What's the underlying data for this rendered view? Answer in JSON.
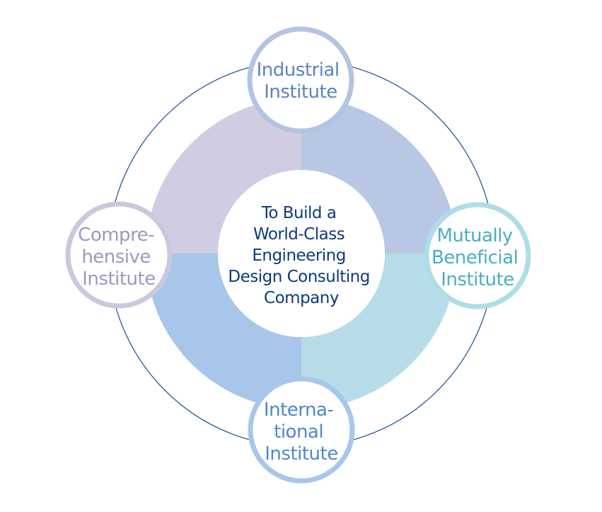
{
  "colors": {
    "outer_ring": "#1f4e8c",
    "segment_top_left": "#d0cde2",
    "segment_top_right": "#b8c7e3",
    "segment_bottom_left": "#a7c6ea",
    "segment_bottom_right": "#b6dde7",
    "center_text": "#0e3a7c",
    "node_industrial": "#5e82c2",
    "node_industrial_ring": "#b3c3e3",
    "node_comprehensive": "#9c98c2",
    "node_comprehensive_ring": "#cbc8de",
    "node_mutual": "#4aafc2",
    "node_mutual_ring": "#aedde6",
    "node_international": "#4f86cf",
    "node_international_ring": "#a7c6ea"
  },
  "center": {
    "lines": [
      "To Build a",
      "World-Class",
      "Engineering",
      "Design Consulting",
      "Company"
    ]
  },
  "nodes": {
    "industrial": {
      "lines": [
        "Industrial",
        "Institute"
      ]
    },
    "comprehensive": {
      "lines": [
        "Compre-",
        "hensive",
        "Institute"
      ]
    },
    "mutual": {
      "lines": [
        "Mutually",
        "Beneficial",
        "Institute"
      ]
    },
    "international": {
      "lines": [
        "Interna-",
        "tional",
        "Institute"
      ]
    }
  }
}
